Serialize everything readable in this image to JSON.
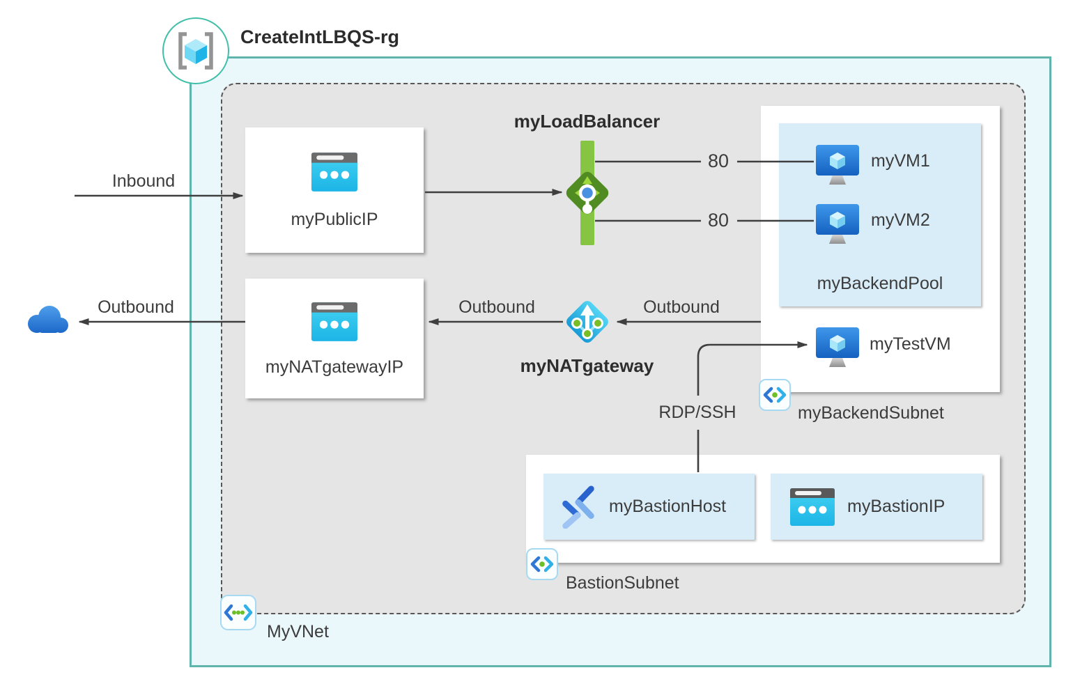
{
  "title": "CreateIntLBQS-rg",
  "regions": {
    "vnet": {
      "label": "MyVNet"
    },
    "backend_subnet": {
      "label": "myBackendSubnet"
    },
    "backend_pool": {
      "label": "myBackendPool"
    },
    "bastion_subnet": {
      "label": "BastionSubnet"
    }
  },
  "nodes": {
    "public_ip": {
      "label": "myPublicIP"
    },
    "load_balancer": {
      "label": "myLoadBalancer"
    },
    "nat_gateway": {
      "label": "myNATgateway"
    },
    "nat_gateway_ip": {
      "label": "myNATgatewayIP"
    },
    "vm1": {
      "label": "myVM1"
    },
    "vm2": {
      "label": "myVM2"
    },
    "test_vm": {
      "label": "myTestVM"
    },
    "bastion_host": {
      "label": "myBastionHost"
    },
    "bastion_ip": {
      "label": "myBastionIP"
    },
    "internet_cloud": {
      "label": ""
    }
  },
  "connections": {
    "inbound": "Inbound",
    "outbound_to_internet": "Outbound",
    "outbound_to_nat_ip": "Outbound",
    "outbound_from_backend": "Outbound",
    "lb_port_vm1": "80",
    "lb_port_vm2": "80",
    "bastion_rdp_ssh": "RDP/SSH"
  },
  "colors": {
    "region_bg": "#eaf7fb",
    "region_border": "#5fb5ab",
    "vnet_bg": "#e5e5e5",
    "vnet_border": "#575757",
    "subnet_box_bg": "#ffffff",
    "pool_bg": "#d9edf8",
    "connector_line": "#3f3f3f",
    "lb_green": "#86c443",
    "lb_diamond_green": "#508c21",
    "nat_cyan": "#35c1ea",
    "azure_vm_blue": "#1b72d4",
    "public_ip_cyan": "#2cc4ec",
    "dot_green": "#79bd27",
    "cloud_blue": "#2b7fdc"
  }
}
